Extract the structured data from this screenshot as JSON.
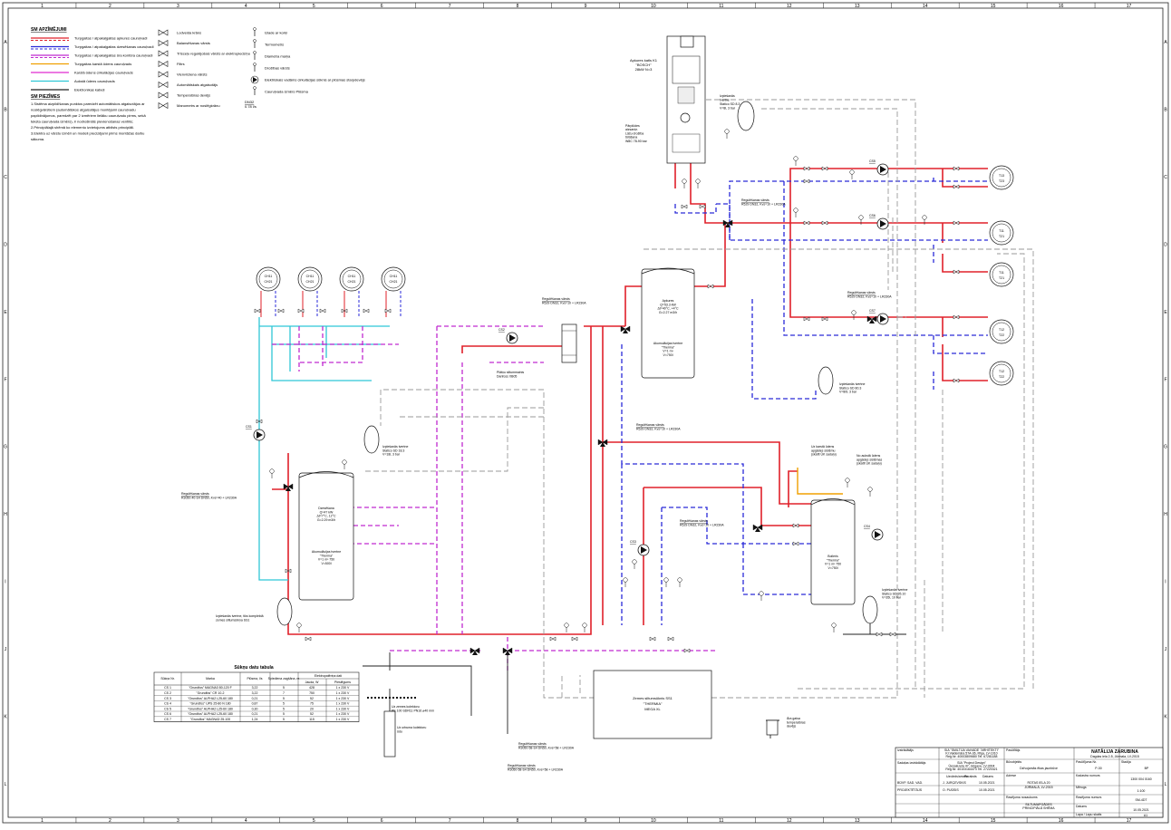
{
  "frame": {
    "columns": [
      "1",
      "2",
      "3",
      "4",
      "5",
      "6",
      "7",
      "8",
      "9",
      "10",
      "11",
      "12",
      "13",
      "14",
      "15",
      "16",
      "17"
    ],
    "rows": [
      "A",
      "B",
      "C",
      "D",
      "E",
      "F",
      "G",
      "H",
      "I",
      "J",
      "K",
      "L"
    ]
  },
  "legend": {
    "title": "SM APZĪMĒJUMI",
    "lines": [
      {
        "color": "#e0202a",
        "text": "Turpgaitas / atpakaļgaitas apkures cauruļvadi"
      },
      {
        "color": "#2a2ad8",
        "text": "Turpgaitas / atpakaļgaitas dzesēšanas cauruļvadi"
      },
      {
        "color": "#c02ad0",
        "text": "Turpgaitas / atpakaļgaitas ūra kontūra cauruļvadi"
      },
      {
        "color": "#f0a000",
        "text": "Turpgaitas karstā ūdens cauruļvads"
      },
      {
        "color": "#e02ad0",
        "text": "Karstā ūdens cirkulācijas cauruļvads"
      },
      {
        "color": "#2fc7d6",
        "text": "Aukstā ūdens cauruļvads"
      },
      {
        "color": "#222222",
        "text": "Elektronikas kabeļi"
      }
    ],
    "notes_title": "SM PIEZĪMES",
    "notes": [
      "1.Sistēma aizpildīšanas punktos paredzēt automātiskos atgaisotājus ar",
      "noslēgvārstiem (automātiskos atgaisotājus montējami cauruļvadu",
      "papildinājumos, paredzēt par 2 izmēriem lielāku cauruļvadu pirms, sekā",
      "teksta cauruļvada izmērs), ir nodrošināts pievienošanas ventilis;",
      "2.Principiālajā shēmā ko elementu izvietojums atbilsts principiāli.",
      "3.Elektra uz vārstu izmēri un modeli precizējami pirms montāžas darbu",
      "sākuma."
    ],
    "symbols_col1": [
      {
        "icon": "ball-valve-icon",
        "text": "Lodveida krāns"
      },
      {
        "icon": "balance-valve-icon",
        "text": "Balansēšanas vārsts"
      },
      {
        "icon": "three-way-valve-icon",
        "text": "Trīsceļu regulējošais vārsts ar elektropiedziņu"
      },
      {
        "icon": "filter-icon",
        "text": "Filtrs"
      },
      {
        "icon": "check-valve-icon",
        "text": "Vienvirziena vārsts"
      },
      {
        "icon": "air-vent-icon",
        "text": "Automātiskais atgaisotājs"
      },
      {
        "icon": "temp-sensor-icon",
        "text": "Temperatūras devējs"
      },
      {
        "icon": "manometer-icon",
        "text": "Manometrs ar noslēgkrānu"
      }
    ],
    "symbols_col2": [
      {
        "icon": "tap-icon",
        "text": "Izlade ar korķi"
      },
      {
        "icon": "thermometer-icon",
        "text": "Termometrs"
      },
      {
        "icon": "diameter-change-icon",
        "text": "Diametra maiņa"
      },
      {
        "icon": "safety-valve-icon",
        "text": "Drošības vārsts"
      },
      {
        "icon": "pump-icon",
        "text": "Elektriskais vadāms cirkulācijas sūknis ar plūsmas starpdevējs"
      },
      {
        "icon": "pipe-label-icon",
        "text": "Cauruļvada izmērs  Plūsma"
      }
    ],
    "pipe_label_sample": [
      "DN32",
      "0.78 l/s"
    ]
  },
  "equipment": {
    "boiler": {
      "lines": [
        "Apkures katls K1",
        "\"BOSCH\"",
        "28kW  N=3"
      ]
    },
    "exp_boiler": {
      "lines": [
        "Izplešanās",
        "tvertne",
        "Statico SD 8.3",
        "V=8l, 3 bar"
      ]
    },
    "boiler_valve": {
      "lines": [
        "Pārplūdes",
        "aizsardz.",
        "Lāču drošība",
        "tūlūšana",
        "W8C 78-90 bar"
      ]
    },
    "ch_units": [
      "CH11 CH21",
      "CH11 CH21",
      "CH11 CH21",
      "CH11 CH21"
    ],
    "buffer_mid": {
      "lines": [
        "Apkures",
        "Q=53.3 kW",
        "Δt=40°C, +4°C",
        "G=2.27 m3/h",
        "Akumulācijas tvertne",
        "\"Therma\"",
        "V=1 m³",
        "V=750l"
      ]
    },
    "buffer_left": {
      "lines": [
        "Dzesēšana",
        "Q=47 kW",
        "Δt=7°C, 12°C",
        "G=2.29 m3/h",
        "Akumulācijas tvertne",
        "\"Therma\"",
        "V=1 m³ 750",
        "V=500l"
      ]
    },
    "boiler_hw": {
      "lines": [
        "Boileris",
        "\"Therma\"",
        "V=1 m³ 750",
        "V=750l"
      ]
    },
    "heat_pump": {
      "lines": [
        "Zemes siltumsūknis SS1",
        "\"THERMIA\"",
        "MEGA XL"
      ]
    },
    "exchanger_label": [
      "Plātņu siltummainis",
      "Danfoss XB05"
    ],
    "exp_left": {
      "lines": [
        "Izplešanās tvertne",
        "Statico SD 18.3",
        "V=18l, 3 bar"
      ]
    },
    "exp_mid": {
      "lines": [
        "Izplešanās tvertne",
        "Statico SD 80.3",
        "V=80l, 3 bar"
      ]
    },
    "exp_bottom": {
      "lines": [
        "Izplešanās tvertne",
        "Statico SD 35.10",
        "V=35l, 10 bar"
      ]
    },
    "exp_bottom_left": {
      "lines": [
        "Izplešanās tvertne, tiks komplektā",
        "zemes siltumsūkņa SS1"
      ]
    },
    "hw_feed": {
      "lines": [
        "Uz karstā ūdens",
        "apgādes sistēmu",
        "(skatīt ÛK sadaļu)"
      ]
    },
    "cw_feed": {
      "lines": [
        "No aukstā ūdens",
        "apgādes sistēmas",
        "(skatīt ÛK sadaļu)"
      ]
    },
    "outdoor_temp": {
      "lines": [
        "Āra gaisa",
        "temperatūras",
        "devējs"
      ]
    },
    "ground_loop": {
      "lines": [
        "Uz zemes kolektoru",
        "PE 100 SDR11 PN16 ⌀40 mm"
      ]
    },
    "drill": {
      "lines": [
        "Uz urbuma kolektoru",
        "ūdu"
      ]
    },
    "tt_units": [
      "T13 T23",
      "T11 T21",
      "T11 T21",
      "T12 T22",
      "T12 T22"
    ]
  },
  "valve_labels": [
    {
      "id": "v1",
      "lines": [
        "Regulēšanas vārsts",
        "R529 DN32, Kvs=10 + LR230A"
      ]
    },
    {
      "id": "v2",
      "lines": [
        "Regulēšanas vārsts",
        "R529 DN32, Kvs=10 + LR230A"
      ]
    },
    {
      "id": "v3",
      "lines": [
        "Regulēšanas vārsts",
        "R529 DN32, Kvs=10 + LR230A"
      ]
    },
    {
      "id": "v4",
      "lines": [
        "Regulēšanas vārsts",
        "R529 DN32, Kvs=10 + LR230A"
      ]
    },
    {
      "id": "v5",
      "lines": [
        "Regulēšanas vārsts",
        "R529 DN32, Kvs=10 + LR230A"
      ]
    },
    {
      "id": "v6",
      "lines": [
        "Regulēšanas vārsts",
        "R3050-40-S4 DN50, Kvs=40 + LR230A"
      ]
    },
    {
      "id": "v7",
      "lines": [
        "Regulēšanas vārsts",
        "R3050-58-S4 DN50, Kvs=58 + LR230A"
      ]
    },
    {
      "id": "v8",
      "lines": [
        "Regulēšanas vārsts",
        "R3050-58-S4 DN50, Kvs=58 + LR230A"
      ]
    }
  ],
  "pump_labels": [
    "CS1",
    "CS2",
    "CS3",
    "CS4",
    "CS5",
    "CS6",
    "CS7"
  ],
  "pump_table": {
    "title": "Sūkņu datu tabula",
    "headers": [
      "Sūkņa Nr.",
      "Marka",
      "Plūsma, l/s",
      "Spiediena zagšāna, m",
      "Elektropatēriņa dati",
      "Jauda, W",
      "Pieslēgums"
    ],
    "rows": [
      [
        "CS 1",
        "\"Grundfos\" MAGNA3 80-120 F",
        "3,22",
        "5",
        "428",
        "1 x 230 V"
      ],
      [
        "CS 2",
        "\"Grundfos\" CR 10-2",
        "3,22",
        "7",
        "750",
        "1 x 230 V"
      ],
      [
        "CS 3",
        "\"Grundfos\" ALPHA2 L25-60 180",
        "0,21",
        "5",
        "52",
        "1 x 230 V"
      ],
      [
        "CS 4",
        "\"Grundfos\" UPS 25-80 N 180",
        "0,87",
        "5",
        "75",
        "1 x 230 V"
      ],
      [
        "CS 5",
        "\"Grundfos\" ALPHA2 L25-60 180",
        "0,30",
        "5",
        "20",
        "1 x 230 V"
      ],
      [
        "CS 6",
        "\"Grundfos\" ALPHA2 L25-60 180",
        "0,21",
        "5",
        "52",
        "1 x 230 V"
      ],
      [
        "CS 7",
        "\"Grundfos\" MAGNA3 25-100",
        "1,24",
        "5",
        "115",
        "1 x 230 V"
      ]
    ]
  },
  "title_block": {
    "firm_label": "Izstrādātājs",
    "firm_lines": [
      "SIA \"SMILTIJA VAIVADE \"ARHITEKTI\"",
      "Kr.Valdemāra 57A-36, Rīga, LV-1010",
      "Reģ.Nr. 40003809680 Tel. 67281188"
    ],
    "subcontract_label": "Sadaļas izstrādātājs",
    "subcontract_lines": [
      "SIA \"Project Design\"",
      "Ūesala iela 47, Jelgava, LV-3004",
      "Reģ.Nr. 40103164473 Tel. 27220321"
    ],
    "customer_label": "Pasūtītājs",
    "customer": "NATĀLIJA ZARUBINA",
    "customer_addr": "Dagdas iela 2-5, Jūrmala, LV-2015",
    "object_label": "Būvobjekts",
    "object": "Dzīvojamās ēkas jaunbūve",
    "stage_label": "Pasūtījuma Nr.",
    "stage": "P-30",
    "phase_label": "Stadija",
    "phase": "BP",
    "address_label": "Adrese",
    "address_lines": [
      "ROTAS IELA 20",
      "JŪRMALĀ, LV-2015"
    ],
    "cadastre_label": "Kadastra numurs",
    "cadastre": "1300 004 0160",
    "scale_label": "Mērogs",
    "scale": "1:100",
    "sheet_label": "Rasējuma numurs",
    "sheet": "SM-4DT",
    "roles": [
      {
        "role": "BŪVP. SAD. VAD.",
        "name": "J. JURĢEVSKIS",
        "date": "10.05.2021"
      },
      {
        "role": "PROJEKTĒTĀJS",
        "name": "O. PUŪSIS",
        "date": "10.05.2021"
      }
    ],
    "col_heads": [
      "Uzvārds/amats",
      "Paraksts",
      "Datums"
    ],
    "sheet_title_label": "Rasējuma nosaukums",
    "sheet_title": [
      "SILTUMAPGĀDES",
      "PRINCIPIĀLĀ SHĒMA"
    ],
    "date_label": "Datums",
    "date": "10.05.2021",
    "format_label": "Lapa / Lapu skaits",
    "format": "A1"
  }
}
